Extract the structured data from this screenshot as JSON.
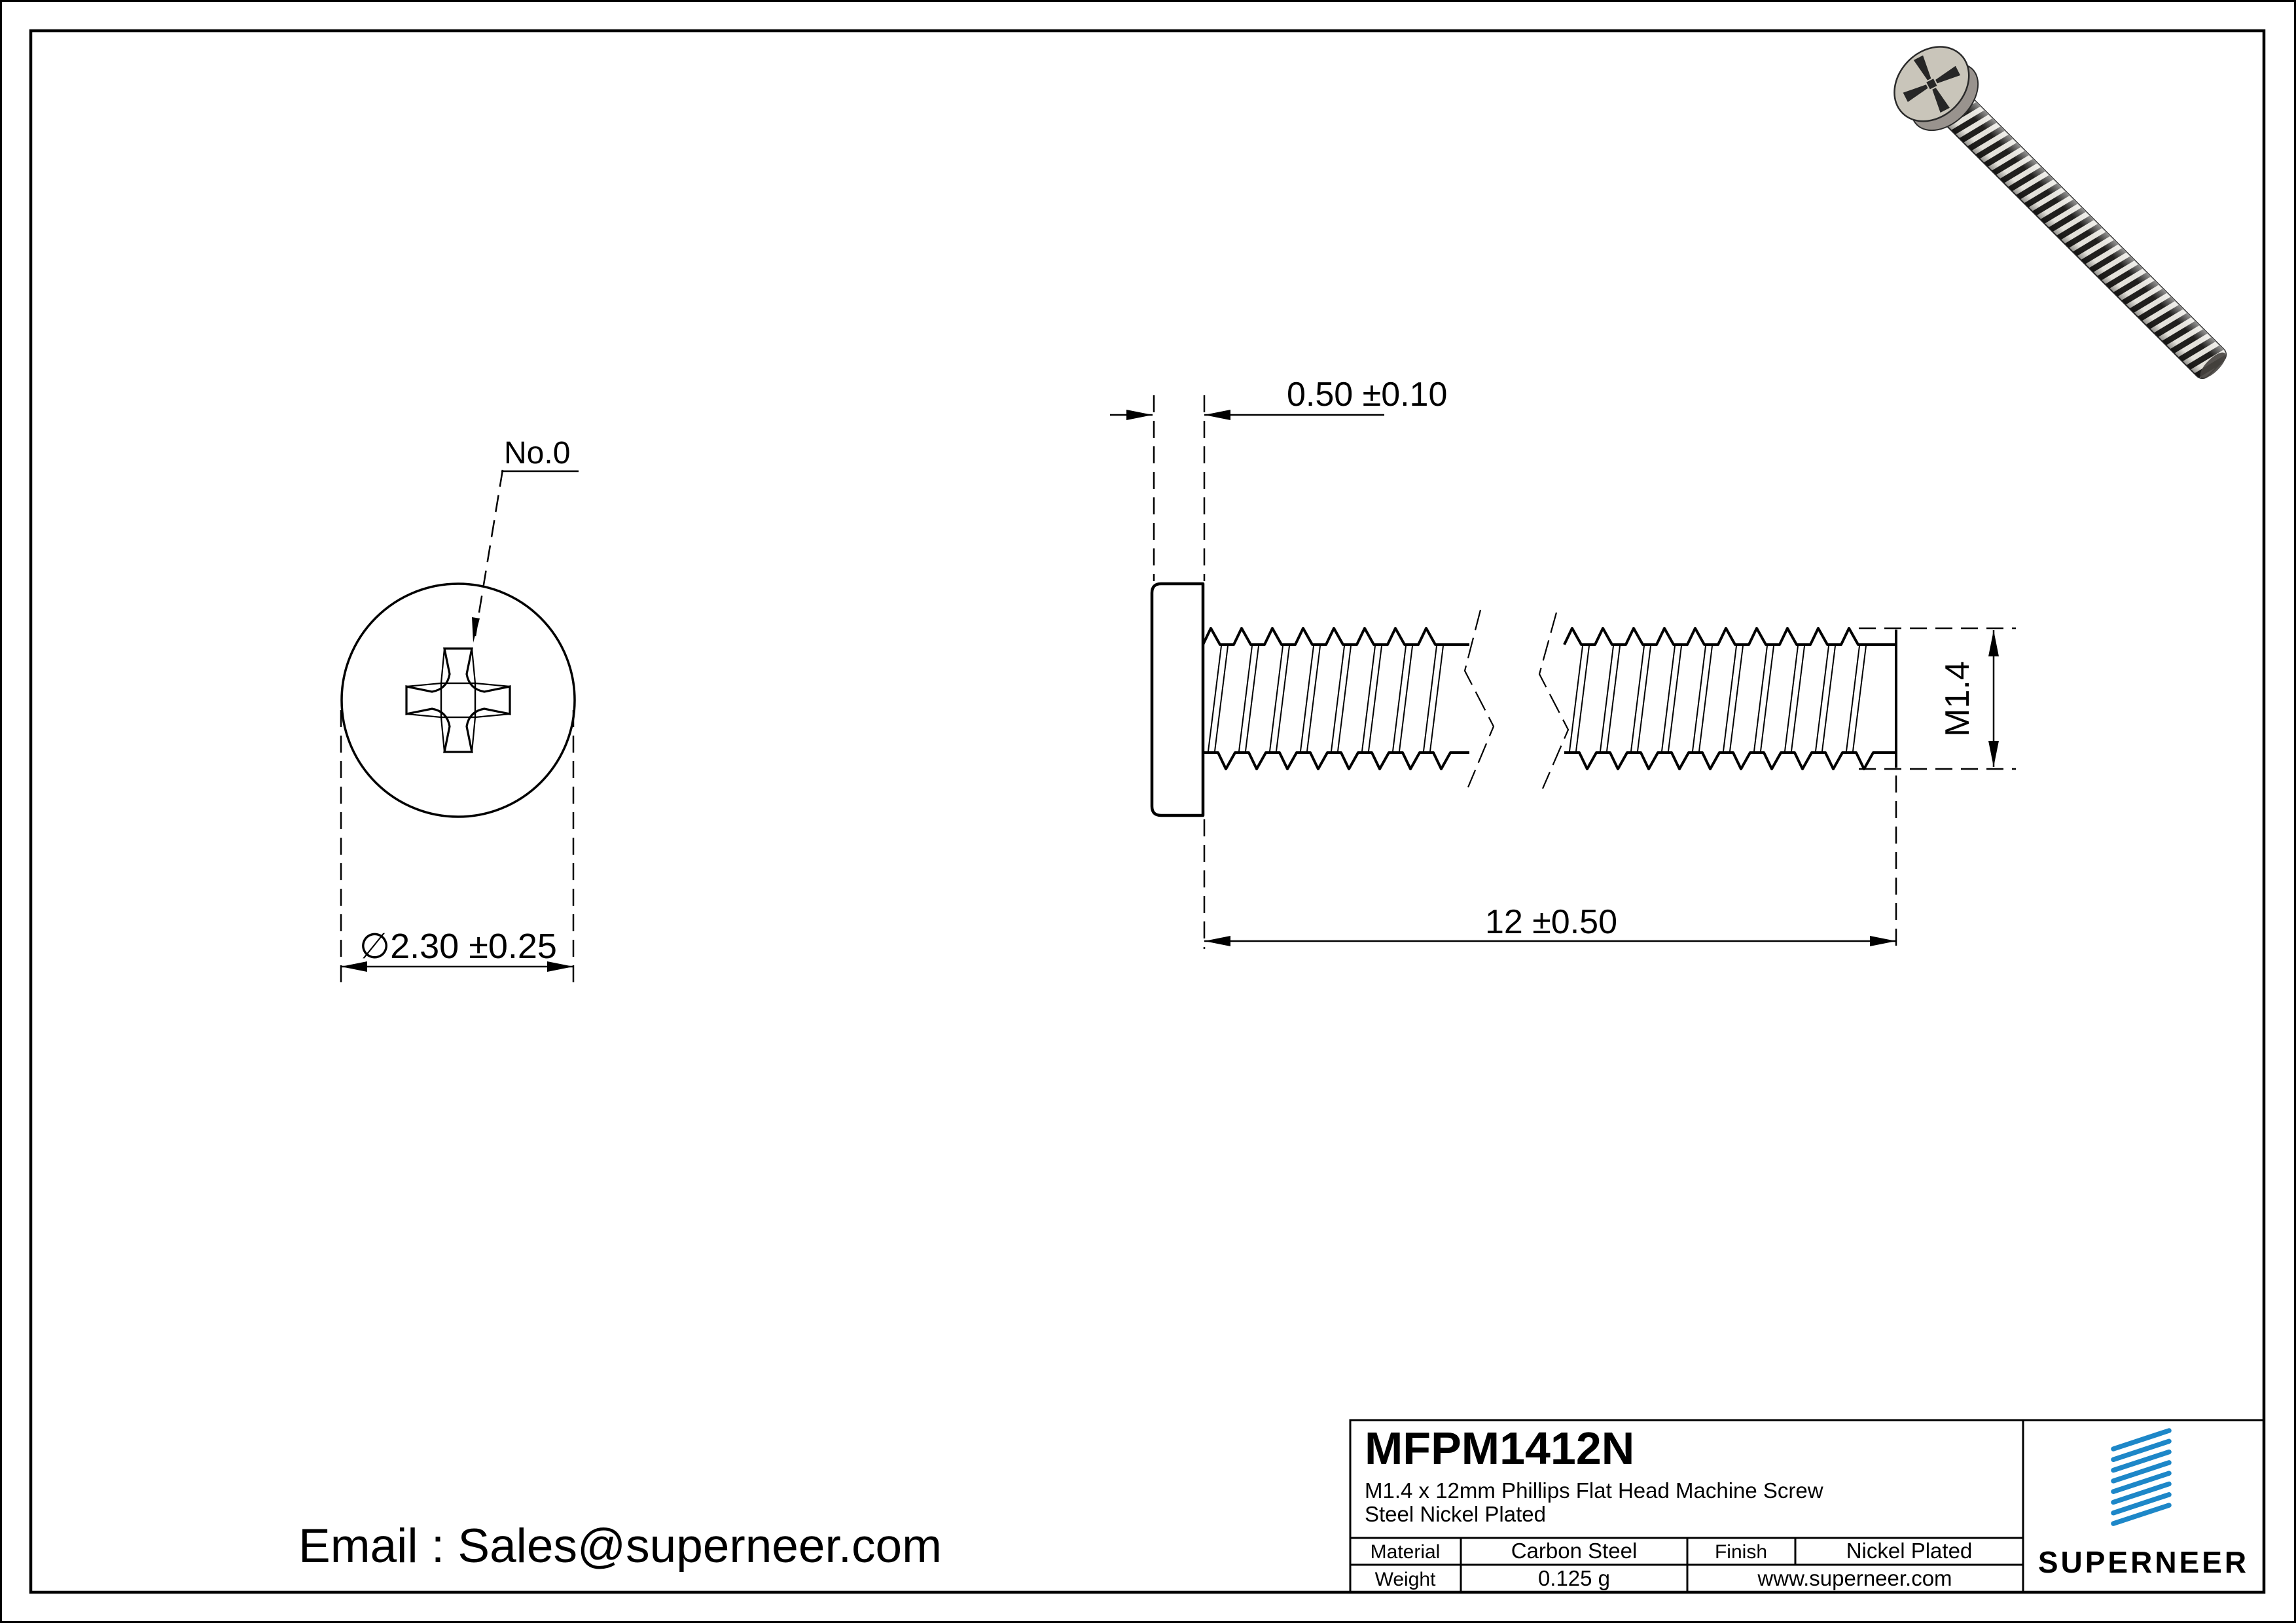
{
  "colors": {
    "accent": "#1d87c8",
    "line": "#000000"
  },
  "views": {
    "front": {
      "recess_callout": "No.0",
      "head_diameter": "∅2.30 ±0.25"
    },
    "side": {
      "head_thickness": "0.50 ±0.10",
      "length": "12 ±0.50",
      "thread_size": "M1.4"
    }
  },
  "footer": {
    "email": "Email : Sales@superneer.com"
  },
  "title_block": {
    "part_number": "MFPM1412N",
    "description_line1": "M1.4 x 12mm Phillips Flat Head Machine Screw",
    "description_line2": "Steel Nickel Plated",
    "material_label": "Material",
    "material_value": "Carbon Steel",
    "finish_label": "Finish",
    "finish_value": "Nickel Plated",
    "weight_label": "Weight",
    "weight_value": "0.125 g",
    "website": "www.superneer.com",
    "brand": "SUPERNEER"
  }
}
